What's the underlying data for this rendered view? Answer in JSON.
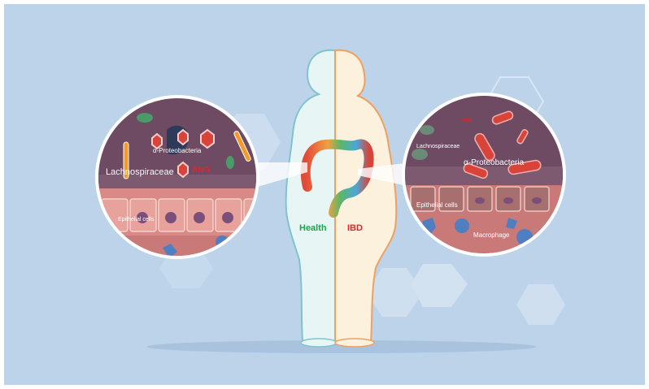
{
  "left_panel": {
    "state_label": "Health",
    "labels": {
      "proteobacteria": "α-Proteobacteria",
      "lachnospiraceae": "Lachnospiraceae",
      "ang": "ANG",
      "epithelial": "Epithelial cells"
    }
  },
  "right_panel": {
    "state_label": "IBD",
    "labels": {
      "ang": "ANG",
      "lachnospiraceae": "Lachnospiraceae",
      "proteobacteria": "α-Proteobacteria",
      "epithelial": "Epithelial cells",
      "macrophage": "Macrophage"
    }
  },
  "colors": {
    "background": "#bcd3e9",
    "health": "#1fa34a",
    "ibd": "#e0262a",
    "lumen": "#6e4a63",
    "epithelium": "#d98a86"
  }
}
